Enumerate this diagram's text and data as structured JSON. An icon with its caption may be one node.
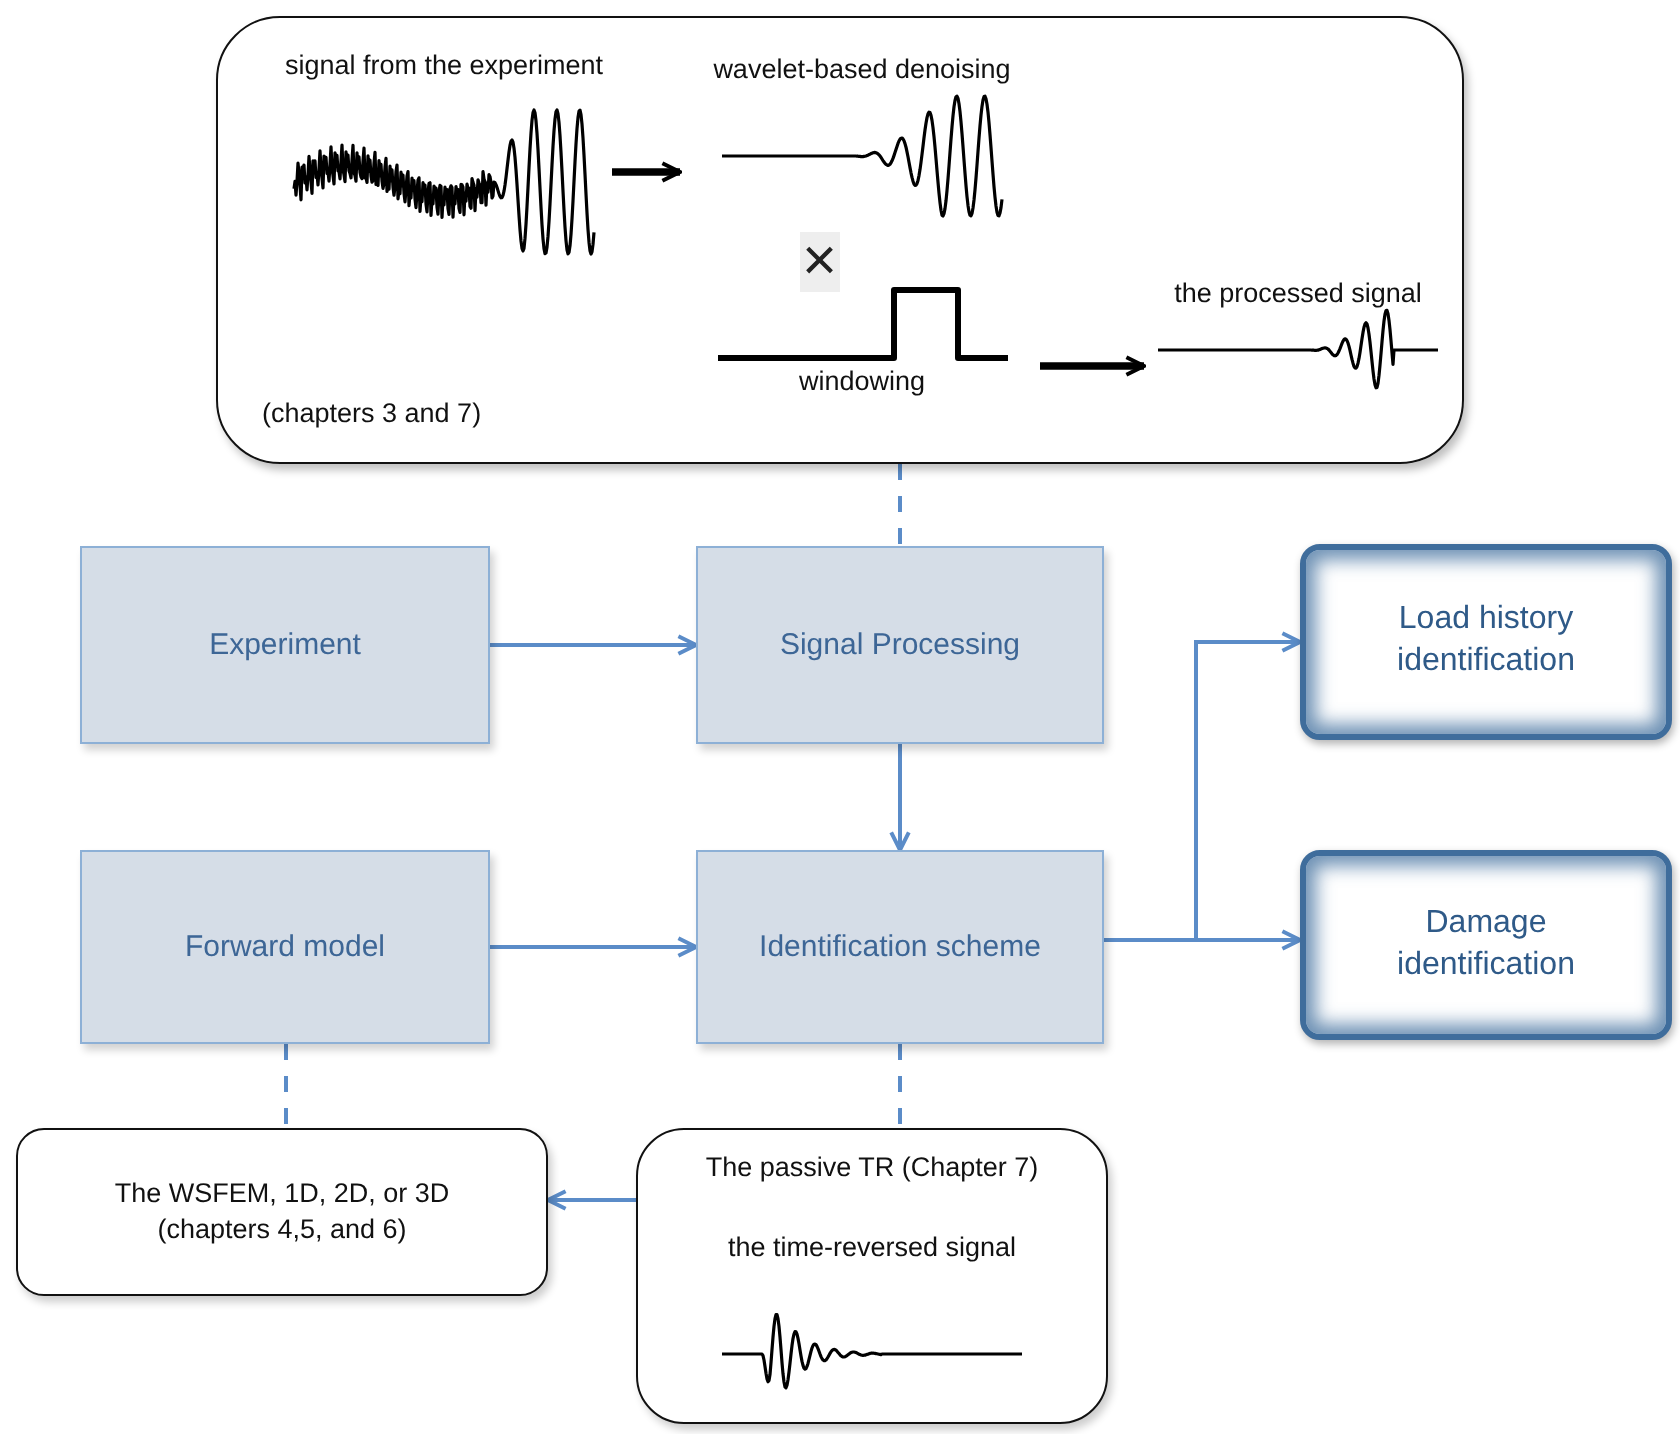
{
  "diagram": {
    "nodes": [
      {
        "text": [
          "(chapters 3 and 7)"
        ]
      },
      {
        "text": [
          "signal from the experiment"
        ],
        "in": 0
      },
      {
        "text": [
          "wavelet-based denoising"
        ],
        "in": 0
      },
      {
        "text": [
          "windowing"
        ],
        "in": 0
      },
      {
        "text": [
          "the processed signal"
        ],
        "in": 0
      },
      {
        "text": [
          "Experiment"
        ]
      },
      {
        "text": [
          "Signal Processing"
        ]
      },
      {
        "text": [
          "Load history identification"
        ]
      },
      {
        "text": [
          "Forward model"
        ]
      },
      {
        "text": [
          "Identification scheme"
        ]
      },
      {
        "text": [
          "Damage identification"
        ]
      },
      {
        "text": [
          "The WSFEM, 1D, 2D, or 3D (chapters 4,5, and 6)"
        ]
      },
      {
        "text": [
          "The passive TR (Chapter 7)",
          "the time-reversed signal"
        ]
      }
    ],
    "edges": [
      {
        "from": 1,
        "to": 2,
        "arrow": "to",
        "style": "thick",
        "color": "#000000"
      },
      {
        "from": 3,
        "to": 4,
        "arrow": "to",
        "style": "thick",
        "color": "#000000"
      },
      {
        "from": 0,
        "to": 6,
        "arrow": "none",
        "style": "dashed"
      },
      {
        "from": 5,
        "to": 6,
        "arrow": "to"
      },
      {
        "from": 6,
        "to": 9,
        "arrow": "to"
      },
      {
        "from": 9,
        "to": 7,
        "arrow": "to"
      },
      {
        "from": 9,
        "to": 10,
        "arrow": "to"
      },
      {
        "from": 8,
        "to": 9,
        "arrow": "to"
      },
      {
        "from": 8,
        "to": 11,
        "arrow": "none",
        "style": "dashed"
      },
      {
        "from": 9,
        "to": 12,
        "arrow": "none",
        "style": "dashed"
      },
      {
        "from": 12,
        "to": 11,
        "arrow": "to"
      }
    ],
    "labels": [
      "×"
    ]
  }
}
